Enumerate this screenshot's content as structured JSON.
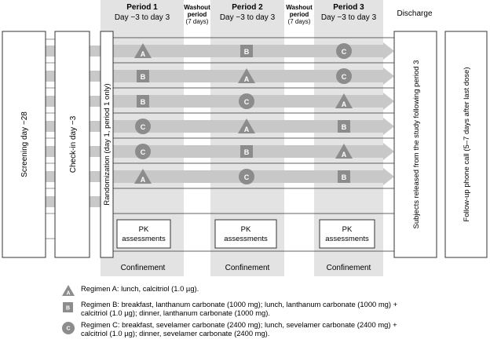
{
  "periods": [
    {
      "title": "Period 1",
      "days": "Day −3 to day 3"
    },
    {
      "title": "Period 2",
      "days": "Day −3 to day 3"
    },
    {
      "title": "Period 3",
      "days": "Day −3 to day 3"
    }
  ],
  "washouts": [
    {
      "line1": "Washout",
      "line2": "period",
      "line3": "(7 days)"
    },
    {
      "line1": "Washout",
      "line2": "period",
      "line3": "(7 days)"
    }
  ],
  "discharge": "Discharge",
  "boxes": {
    "screening": "Screening day −28",
    "checkin": "Check-in day −3",
    "randomization": "Randomization (day 1, period 1 only)",
    "released": "Subjects released from the study following period 3",
    "followup": "Follow-up phone call (5–7 days after last dose)"
  },
  "sequences": [
    [
      "A",
      "B",
      "C"
    ],
    [
      "B",
      "A",
      "C"
    ],
    [
      "B",
      "C",
      "A"
    ],
    [
      "C",
      "A",
      "B"
    ],
    [
      "C",
      "B",
      "A"
    ],
    [
      "A",
      "C",
      "B"
    ]
  ],
  "pk": {
    "line1": "PK",
    "line2": "assessments"
  },
  "confinement": "Confinement",
  "legend": [
    {
      "letter": "A",
      "shape": "triangle",
      "lines": [
        "Regimen A: lunch, calcitriol (1.0 µg)."
      ]
    },
    {
      "letter": "B",
      "shape": "square",
      "lines": [
        "Regimen B: breakfast, lanthanum carbonate (1000 mg); lunch, lanthanum carbonate (1000 mg) +",
        "calcitriol (1.0 µg); dinner, lanthanum carbonate (1000 mg)."
      ]
    },
    {
      "letter": "C",
      "shape": "circle",
      "lines": [
        "Regimen C: breakfast, sevelamer carbonate (2400 mg); lunch, sevelamer carbonate (2400 mg) +",
        "calcitriol (1.0 µg); dinner, sevelamer carbonate (2400 mg)."
      ]
    }
  ],
  "colors": {
    "band": "#e3e3e3",
    "arrow": "#c8c8c8",
    "marker": "#8c8c8c",
    "marker_text": "#ffffff"
  }
}
